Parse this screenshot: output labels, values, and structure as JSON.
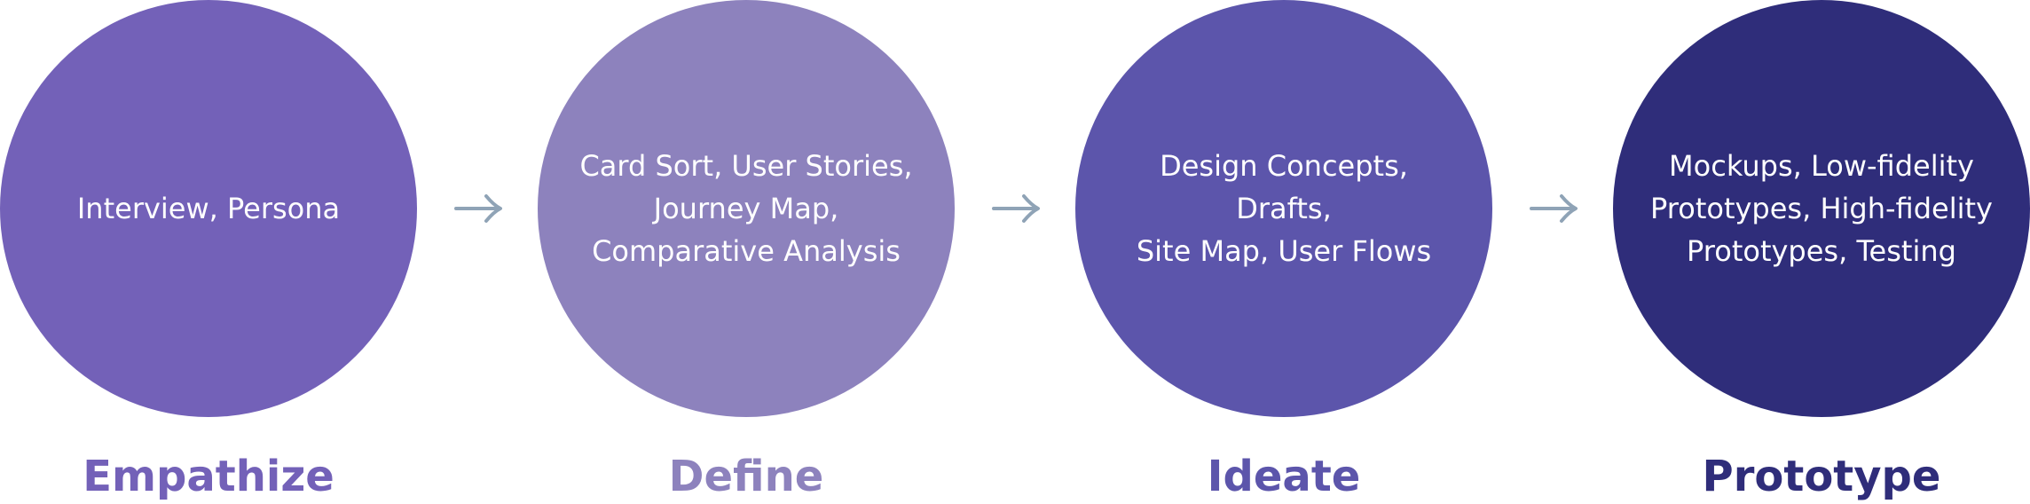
{
  "stages": [
    {
      "label": "Empathize",
      "methods": "Interview, Persona",
      "circle_color": "#7361b8",
      "label_color": "#7361b8"
    },
    {
      "label": "Define",
      "methods": "Card Sort, User Stories,\nJourney Map,\nComparative Analysis",
      "circle_color": "#8d82bd",
      "label_color": "#8d82bd"
    },
    {
      "label": "Ideate",
      "methods": "Design Concepts, Drafts,\nSite Map, User Flows",
      "circle_color": "#5c55ab",
      "label_color": "#5c55ab"
    },
    {
      "label": "Prototype",
      "methods": "Mockups, Low-fidelity\nPrototypes, High-fidelity\nPrototypes, Testing",
      "circle_color": "#2f2d7a",
      "label_color": "#2f2d7a"
    }
  ],
  "arrow": {
    "icon": "arrow-right-icon",
    "color": "#8fa3b6"
  }
}
